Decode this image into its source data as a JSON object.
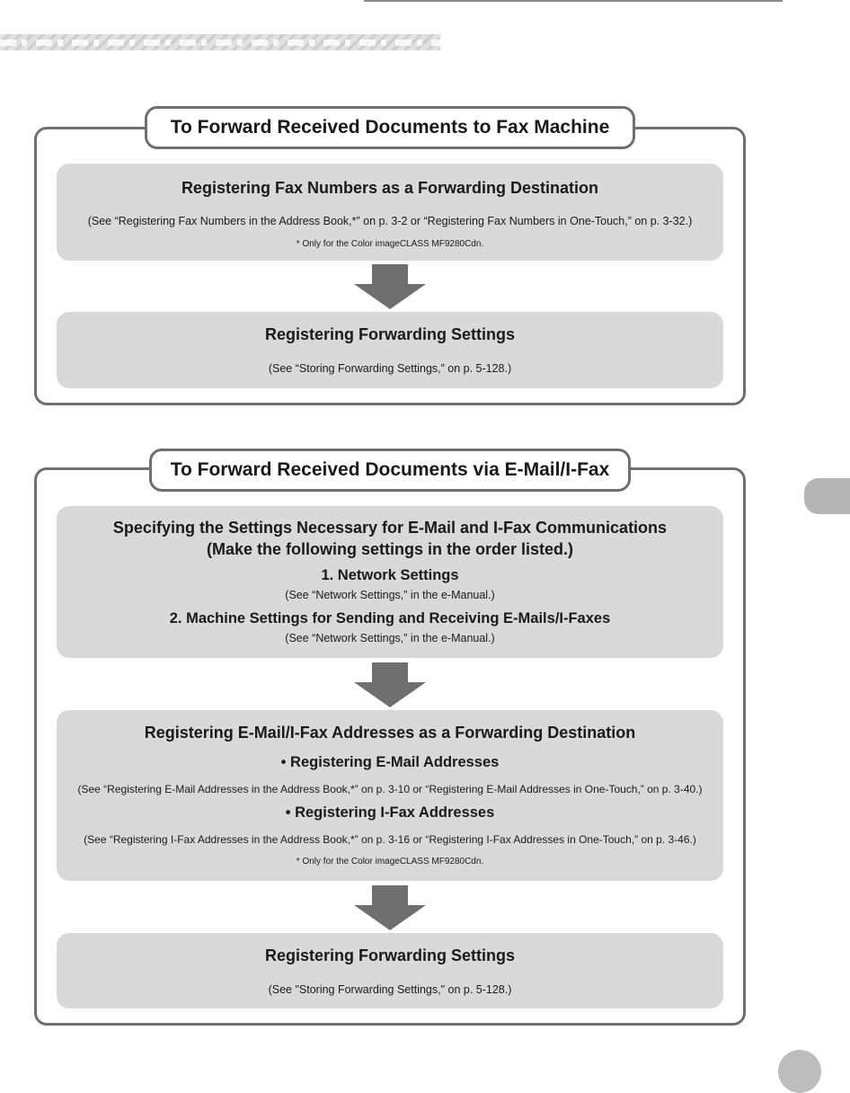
{
  "section1": {
    "title": "To Forward Received Documents to Fax Machine",
    "step1": {
      "heading": "Registering Fax Numbers as a Forwarding Destination",
      "reference": "(See “Registering Fax Numbers in the Address Book,*” on p. 3-2 or “Registering Fax Numbers in One-Touch,” on p. 3-32.)",
      "note": "* Only for the Color imageCLASS MF9280Cdn."
    },
    "step2": {
      "heading": "Registering Forwarding Settings",
      "reference": "(See “Storing Forwarding Settings,” on p. 5-128.)"
    }
  },
  "section2": {
    "title": "To Forward Received Documents via E-Mail/I-Fax",
    "step1": {
      "heading_line1": "Specifying the Settings Necessary for E-Mail and I-Fax Communications",
      "heading_line2": "(Make the following settings in the order listed.)",
      "item1_title": "1. Network Settings",
      "item1_reference": "(See “Network Settings,” in the e-Manual.)",
      "item2_title": "2. Machine Settings for Sending and Receiving E-Mails/I-Faxes",
      "item2_reference": "(See “Network Settings,” in the e-Manual.)"
    },
    "step2": {
      "heading": "Registering E-Mail/I-Fax Addresses as a Forwarding Destination",
      "bullet1": "• Registering E-Mail Addresses",
      "bullet1_reference": "(See “Registering E-Mail Addresses in the Address Book,*” on p. 3-10 or “Registering E-Mail Addresses in One-Touch,” on p. 3-40.)",
      "bullet2": "• Registering I-Fax Addresses",
      "bullet2_reference": "(See “Registering I-Fax Addresses in the Address Book,*” on p. 3-16 or “Registering I-Fax Addresses in One-Touch,” on p. 3-46.)",
      "note": "* Only for the Color imageCLASS MF9280Cdn."
    },
    "step3": {
      "heading": "Registering Forwarding Settings",
      "reference": "(See \"Storing Forwarding Settings,\" on p. 5-128.)"
    }
  },
  "colors": {
    "frame": "#6f6f6f",
    "box": "#d9d9d9",
    "arrow": "#6f6f6f",
    "tab": "#b5b5b5"
  }
}
